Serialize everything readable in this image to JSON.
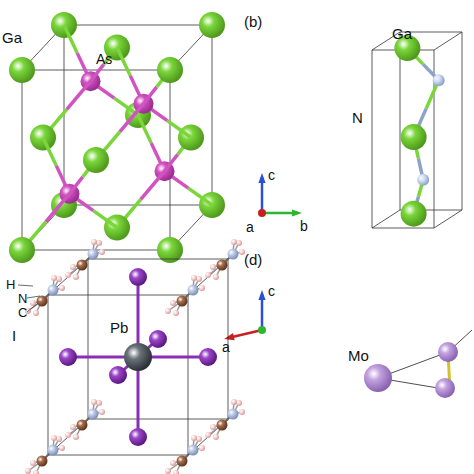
{
  "diagram": {
    "labels": [
      "Ga",
      "As",
      "(b)",
      "c",
      "a",
      "b",
      "Ga",
      "N",
      "H",
      "N",
      "C",
      "Pb",
      "I",
      "(d)",
      "c",
      "a",
      "Mo"
    ]
  }
}
